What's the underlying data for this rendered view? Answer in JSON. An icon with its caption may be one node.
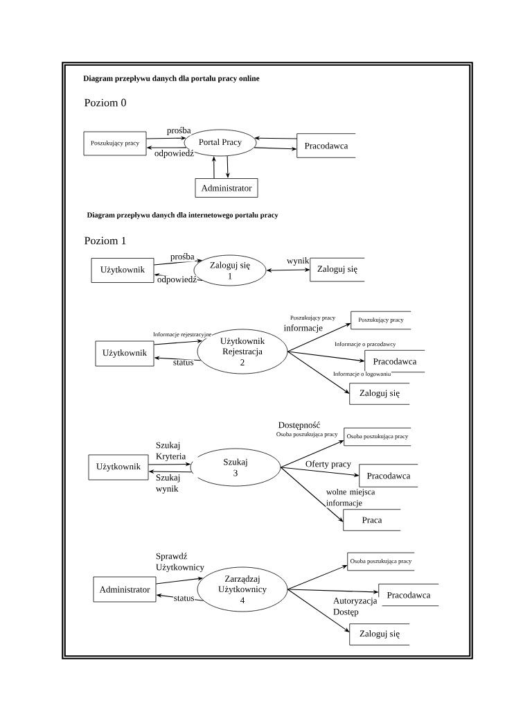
{
  "diagram": {
    "title": "Diagram przepływu danych dla portalu pracy online",
    "nodes": [
      {
        "text": [
          "Poszukujący pracy"
        ]
      },
      {
        "text": [
          "Portal Pracy"
        ]
      },
      {
        "text": [
          "Pracodawca"
        ]
      },
      {
        "text": [
          "Administrator"
        ]
      },
      {
        "text": [
          "Użytkownik"
        ]
      },
      {
        "text": [
          "Zaloguj się",
          "1"
        ]
      },
      {
        "text": [
          "Zaloguj się"
        ]
      },
      {
        "text": [
          "Użytkownik"
        ]
      },
      {
        "text": [
          "Użytkownik Rejestracja",
          "2"
        ]
      },
      {
        "text": [
          "Poszukujący pracy"
        ]
      },
      {
        "text": [
          "Pracodawca"
        ]
      },
      {
        "text": [
          "Zaloguj się"
        ]
      },
      {
        "text": [
          "Użytkownik"
        ]
      },
      {
        "text": [
          "Szukaj",
          "3"
        ]
      },
      {
        "text": [
          "Osoba poszukująca pracy"
        ]
      },
      {
        "text": [
          "Pracodawca"
        ]
      },
      {
        "text": [
          "Praca"
        ]
      },
      {
        "text": [
          "Administrator"
        ]
      },
      {
        "text": [
          "Zarządzaj Użytkownicy",
          "4"
        ]
      },
      {
        "text": [
          "Osoba poszukująca pracy"
        ]
      },
      {
        "text": [
          "Pracodawca"
        ]
      },
      {
        "text": [
          "Zaloguj się"
        ]
      }
    ],
    "edges": [
      {
        "from": 0,
        "to": 1,
        "arrow": "to",
        "label": "prośba"
      },
      {
        "from": 1,
        "to": 0,
        "arrow": "to",
        "label": "odpowiedź"
      },
      {
        "from": 2,
        "to": 1,
        "arrow": "to"
      },
      {
        "from": 1,
        "to": 2,
        "arrow": "to"
      },
      {
        "from": 3,
        "to": 1,
        "arrow": "to"
      },
      {
        "from": 1,
        "to": 3,
        "arrow": "to"
      },
      {
        "from": 4,
        "to": 5,
        "arrow": "to",
        "label": "prośba"
      },
      {
        "from": 5,
        "to": 4,
        "arrow": "to",
        "label": "odpowiedź"
      },
      {
        "from": 5,
        "to": 6,
        "arrow": "both",
        "label": "wynik"
      },
      {
        "from": 7,
        "to": 8,
        "arrow": "to",
        "label": "Informacje rejestracyjne"
      },
      {
        "from": 8,
        "to": 7,
        "arrow": "to",
        "label": "status"
      },
      {
        "from": 8,
        "to": 9,
        "arrow": "to",
        "label": "Poszukujący pracy"
      },
      {
        "from": 8,
        "to": 10,
        "arrow": "to",
        "label": "Informacje o pracodawcy"
      },
      {
        "from": 8,
        "to": 11,
        "arrow": "to",
        "label": "Informacje o logowaniu"
      },
      {
        "from": 12,
        "to": 13,
        "arrow": "to",
        "label": "Szukaj Kryteria"
      },
      {
        "from": 13,
        "to": 12,
        "arrow": "to",
        "label": "Szukaj wynik"
      },
      {
        "from": 13,
        "to": 14,
        "arrow": "to",
        "label": "Osoba poszukująca pracy"
      },
      {
        "from": 13,
        "to": 15,
        "arrow": "to",
        "label": "Oferty pracy"
      },
      {
        "from": 13,
        "to": 16,
        "arrow": "to",
        "label": "wolne miejsca informacje"
      },
      {
        "from": 17,
        "to": 18,
        "arrow": "to",
        "label": "Sprawdź Użytkownicy"
      },
      {
        "from": 18,
        "to": 17,
        "arrow": "to",
        "label": "status"
      },
      {
        "from": 18,
        "to": 19,
        "arrow": "to"
      },
      {
        "from": 18,
        "to": 20,
        "arrow": "to",
        "label": "Autoryzacja Dostęp"
      },
      {
        "from": 18,
        "to": 21,
        "arrow": "to"
      }
    ],
    "labels": [
      "Poziom 0",
      "Diagram przepływu danych dla internetowego portalu pracy",
      "Poziom 1",
      "informacje",
      "Dostępność"
    ]
  }
}
